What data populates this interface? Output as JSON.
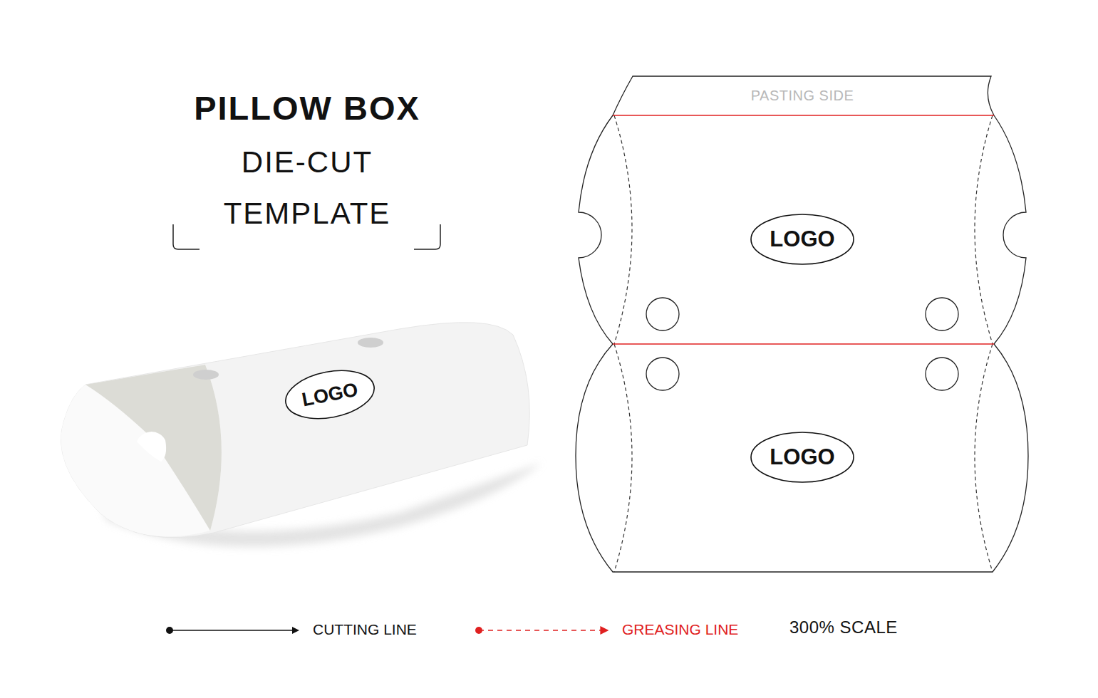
{
  "diagram": {
    "title": "PILLOW BOX",
    "nodes": [
      {
        "text": [
          "LOGO"
        ]
      },
      {
        "text": [
          "LOGO"
        ]
      },
      {
        "text": [
          "LOGO"
        ]
      }
    ],
    "labels": [
      "DIE-CUT",
      "TEMPLATE",
      "PASTING SIDE",
      "300% SCALE"
    ],
    "legend": [
      {
        "text": "CUTTING LINE"
      },
      {
        "text": "GREASING LINE"
      }
    ]
  }
}
